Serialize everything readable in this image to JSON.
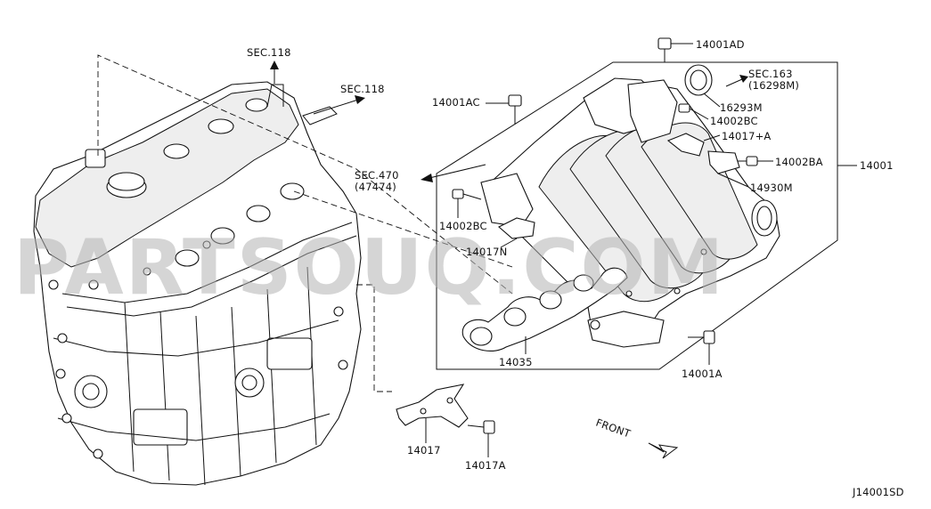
{
  "watermark": "PARTSOUQ.COM",
  "diagram_code": "J14001SD",
  "front_label": "FRONT",
  "labels": {
    "sec118_top": "SEC.118",
    "sec118_right": "SEC.118",
    "sec163": "SEC.163",
    "sec163_sub": "(16298M)",
    "sec470": "SEC.470",
    "sec470_sub": "(47474)",
    "p14001AD": "14001AD",
    "p14001AC": "14001AC",
    "p16293M": "16293M",
    "p14002BC_top": "14002BC",
    "p14017A_plus": "14017+A",
    "p14002BA": "14002BA",
    "p14001": "14001",
    "p14930M": "14930M",
    "p14002BC_left": "14002BC",
    "p14017N": "14017N",
    "p14035": "14035",
    "p14001A": "14001A",
    "p14017": "14017",
    "p14017A": "14017A"
  }
}
